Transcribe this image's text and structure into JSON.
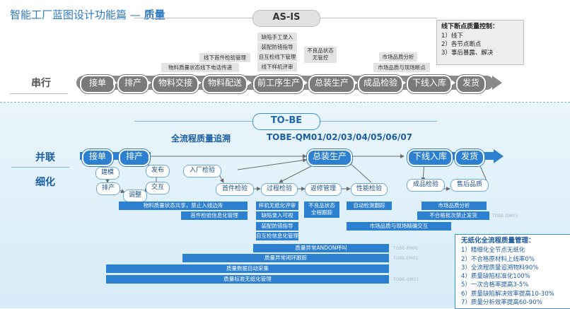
{
  "title": {
    "main": "智能工厂蓝图设计功能篇 — ",
    "strong": "质量"
  },
  "asis": {
    "header": "AS-IS",
    "row_label": "串行",
    "steps": [
      "接单",
      "排产",
      "物料交接",
      "物料配送",
      "前工序生产",
      "总装生产",
      "成品检验",
      "下线入库",
      "发货"
    ],
    "tags": {
      "t1": "物料质量状态线下电话传递",
      "t2": "线下首件检验管理",
      "t3": "缺陷手工录入",
      "t4": "装配防错指导",
      "t5": "自互检线下管理",
      "t6": "线下样机评审",
      "t7": "不良品状态\n无管控",
      "t8": "市场品质分析",
      "t9": "市场品质与现场断点"
    },
    "box": {
      "heading": "线下断点质量控制：",
      "items": [
        "1）线下",
        "2）各节点断点",
        "3）事后暴露、解决"
      ]
    }
  },
  "tobe": {
    "header": "TO-BE",
    "row_label_1": "并联",
    "row_label_2": "细化",
    "trace_title": "全流程质量追溯",
    "code": "TOBE-QM01/02/03/04/05/06/07",
    "main_steps": {
      "order": "接单",
      "schedule": "排产",
      "assembly": "总装生产",
      "warehouse": "下线入库",
      "ship": "发货"
    },
    "sub": {
      "build_model": "建模",
      "sched": "排产",
      "release": "发布",
      "check": "调整",
      "interact": "交互",
      "incoming": "入厂检验",
      "first": "首件检验",
      "process": "过程检验",
      "rework": "返修管理",
      "perf": "性能检验",
      "final": "成品检验",
      "aftersales": "售后品质"
    },
    "bars": {
      "b1": "物料质量状态共享，禁止入线边库",
      "b2": "首件检验信息化管理",
      "b3": "样机无纸化评审",
      "b4": "缺陷录入可视",
      "b5": "装配防错指导",
      "b6": "自互检信息化管理",
      "b7": "不良品状态\n全程跟踪",
      "b8": "自动检测翻踪",
      "b9": "市场品质与现场精确交互",
      "b10": "市场品质分析",
      "b11": "不合格批次禁止发货",
      "b12": "质量异常ANDON呼叫",
      "b13": "质量异常闭环跟踪",
      "b14": "质量数据自动采集",
      "b15": "质量标准无纸化管理"
    },
    "codes": {
      "c1": "TOBE-QM03",
      "c2": "TOBE-PM06",
      "c3": "TOBE-EM01",
      "c4": "TOBE-QM01"
    },
    "box": {
      "heading": "无纸化全流程质量管理：",
      "items": [
        "1）精细化全节点无纸化",
        "2）不合格原材料上线率0%",
        "3）全流程质量追溯物料90%",
        "4）质量缺陷标准化100%",
        "5）一次合格率提高3-5%",
        "6）质量缺陷解决效率提高10-30%",
        "7）质量分析效率提高60-90%"
      ]
    }
  },
  "colors": {
    "accent": "#2d7fd0",
    "gray": "#7a7a7a",
    "title": "#2b79c2"
  }
}
